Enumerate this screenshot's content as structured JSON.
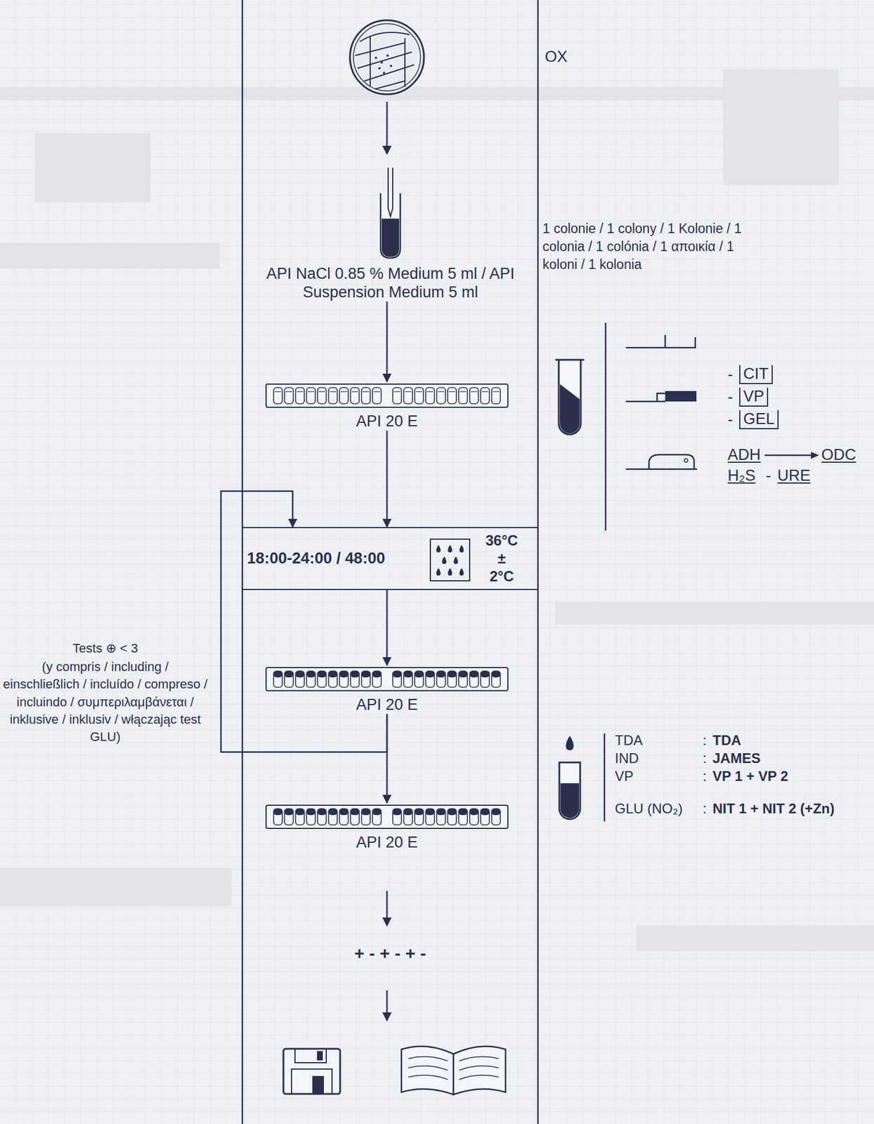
{
  "diagram": {
    "nodes": [
      {
        "text": [
          "API NaCl 0.85 % Medium 5 ml / API Suspension Medium 5 ml"
        ]
      },
      {
        "text": [
          "API 20 E"
        ]
      },
      {
        "text": [
          "18:00-24:00 / 48:00",
          "36°C ± 2°C"
        ]
      },
      {
        "text": [
          "API 20 E"
        ]
      },
      {
        "text": [
          "API 20 E"
        ]
      }
    ],
    "edges": [
      {
        "from": 0,
        "to": 1,
        "arrow": "to"
      },
      {
        "from": 1,
        "to": 2,
        "arrow": "to"
      },
      {
        "from": 2,
        "to": 3,
        "arrow": "to"
      },
      {
        "from": 3,
        "to": 4,
        "arrow": "to"
      },
      {
        "from": 3,
        "to": 2,
        "arrow": "to"
      }
    ],
    "labels": [
      "OX",
      "1 colonie / 1 colony / 1 Kolonie / 1 colonia / 1 colónia / 1 αποικία / 1 koloni / 1 kolonia",
      "-",
      "CIT",
      "-",
      "VP",
      "-",
      "GEL",
      "ADH",
      "ODC",
      "H₂S",
      "-",
      "URE",
      "Tests ⊕ < 3",
      "(y compris / including / einschließlich / incluído / compreso / incluindo / συμπεριλαμβάνεται / inklusive / inklusiv / włączając test GLU)",
      "TDA",
      ":",
      "TDA",
      "IND",
      ":",
      "JAMES",
      "VP",
      ":",
      "VP 1 + VP 2",
      "GLU (NO₂)",
      ":",
      "NIT 1 + NIT 2 (+Zn)",
      "+ - + - + -"
    ]
  }
}
